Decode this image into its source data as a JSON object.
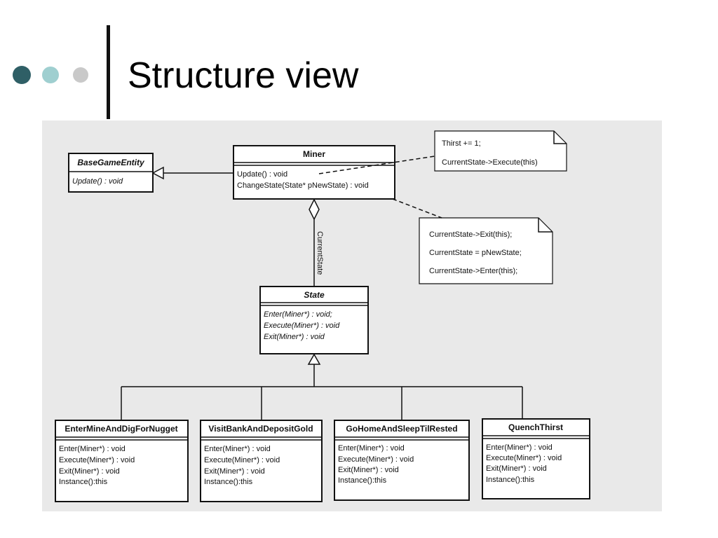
{
  "slide": {
    "title": "Structure view",
    "accent_colors": [
      "#2f5f66",
      "#9fcfd0",
      "#c9c9c9"
    ]
  },
  "diagram": {
    "classes": {
      "base": {
        "name": "BaseGameEntity",
        "members": [
          "Update() : void"
        ]
      },
      "miner": {
        "name": "Miner",
        "members": [
          "Update() : void",
          "ChangeState(State* pNewState) : void"
        ]
      },
      "state": {
        "name": "State",
        "members": [
          "Enter(Miner*) : void;",
          "Execute(Miner*) : void",
          "Exit(Miner*) : void"
        ]
      },
      "sub1": {
        "name": "EnterMineAndDigForNugget",
        "members": [
          "Enter(Miner*) : void",
          "Execute(Miner*) : void",
          "Exit(Miner*) : void",
          "Instance():this"
        ]
      },
      "sub2": {
        "name": "VisitBankAndDepositGold",
        "members": [
          "Enter(Miner*) : void",
          "Execute(Miner*) : void",
          "Exit(Miner*) : void",
          "Instance():this"
        ]
      },
      "sub3": {
        "name": "GoHomeAndSleepTilRested",
        "members": [
          "Enter(Miner*) : void",
          "Execute(Miner*) : void",
          "Exit(Miner*) : void",
          "Instance():this"
        ]
      },
      "sub4": {
        "name": "QuenchThirst",
        "members": [
          "Enter(Miner*) : void",
          "Execute(Miner*) : void",
          "Exit(Miner*) : void",
          "Instance():this"
        ]
      }
    },
    "association_label": "CurrentState",
    "notes": {
      "update": [
        "Thirst += 1;",
        "CurrentState->Execute(this)"
      ],
      "change_state": [
        "CurrentState->Exit(this);",
        "CurrentState = pNewState;",
        "CurrentState->Enter(this);"
      ]
    }
  }
}
